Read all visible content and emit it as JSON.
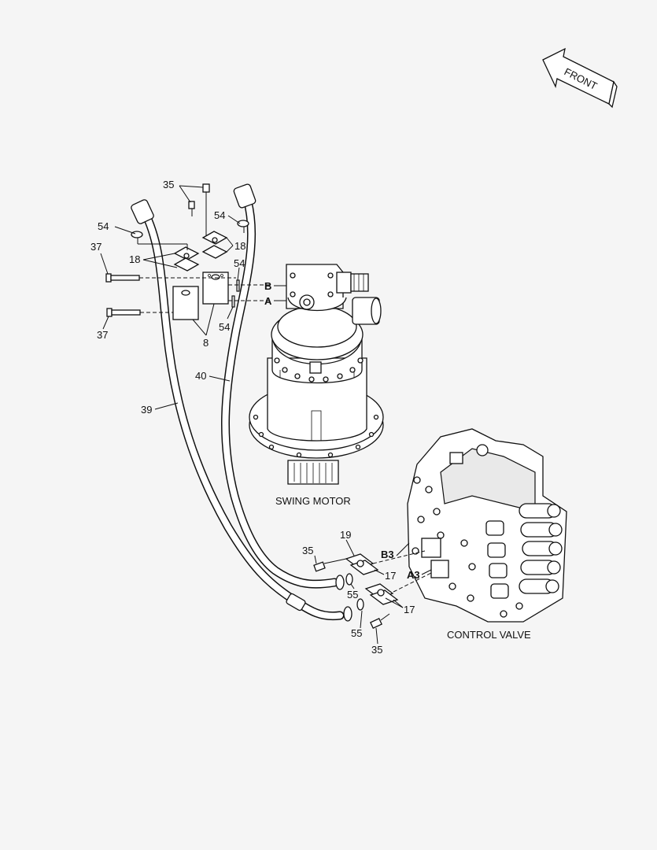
{
  "front_label": "FRONT",
  "components": {
    "swing_motor": "SWING MOTOR",
    "control_valve": "CONTROL VALVE"
  },
  "port_labels": {
    "A": "A",
    "B": "B",
    "A3": "A3",
    "B3": "B3"
  },
  "callouts": {
    "c35_top": "35",
    "c54_top_left": "54",
    "c54_top_right": "54",
    "c37_top": "37",
    "c18_left": "18",
    "c18_right": "18",
    "c54_mid": "54",
    "c37_bottom": "37",
    "c54_lower": "54",
    "c8": "8",
    "c40": "40",
    "c39": "39",
    "c19": "19",
    "c35_mid": "35",
    "c17_top": "17",
    "c55_top": "55",
    "c17_bottom": "17",
    "c55_bottom": "55",
    "c35_bottom": "35"
  }
}
